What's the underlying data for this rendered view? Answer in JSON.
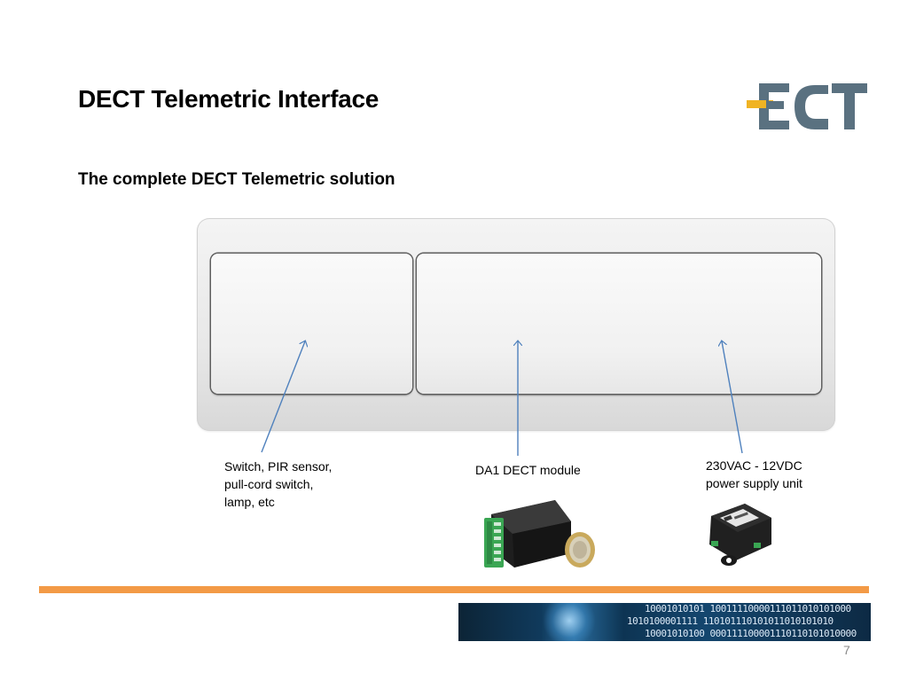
{
  "slide": {
    "title": "DECT Telemetric Interface",
    "subtitle": "The complete DECT Telemetric solution",
    "page_number": "7"
  },
  "logo": {
    "text": "ECT",
    "bar_color": "#f0b323",
    "letter_color": "#5a7180"
  },
  "captions": {
    "switch": [
      "Switch, PIR sensor,",
      "pull-cord switch,",
      "lamp, etc"
    ],
    "module": "DA1 DECT module",
    "psu": [
      "230VAC - 12VDC",
      "power supply unit"
    ]
  },
  "footer": {
    "accent_color": "#f39a46",
    "banner_bits_row1": "10001010101 10011110000111011010101000",
    "banner_bits_row2": "1010100001111 110101110101011010101010",
    "banner_bits_row3": "10001010100 000111100001110110101010000"
  }
}
